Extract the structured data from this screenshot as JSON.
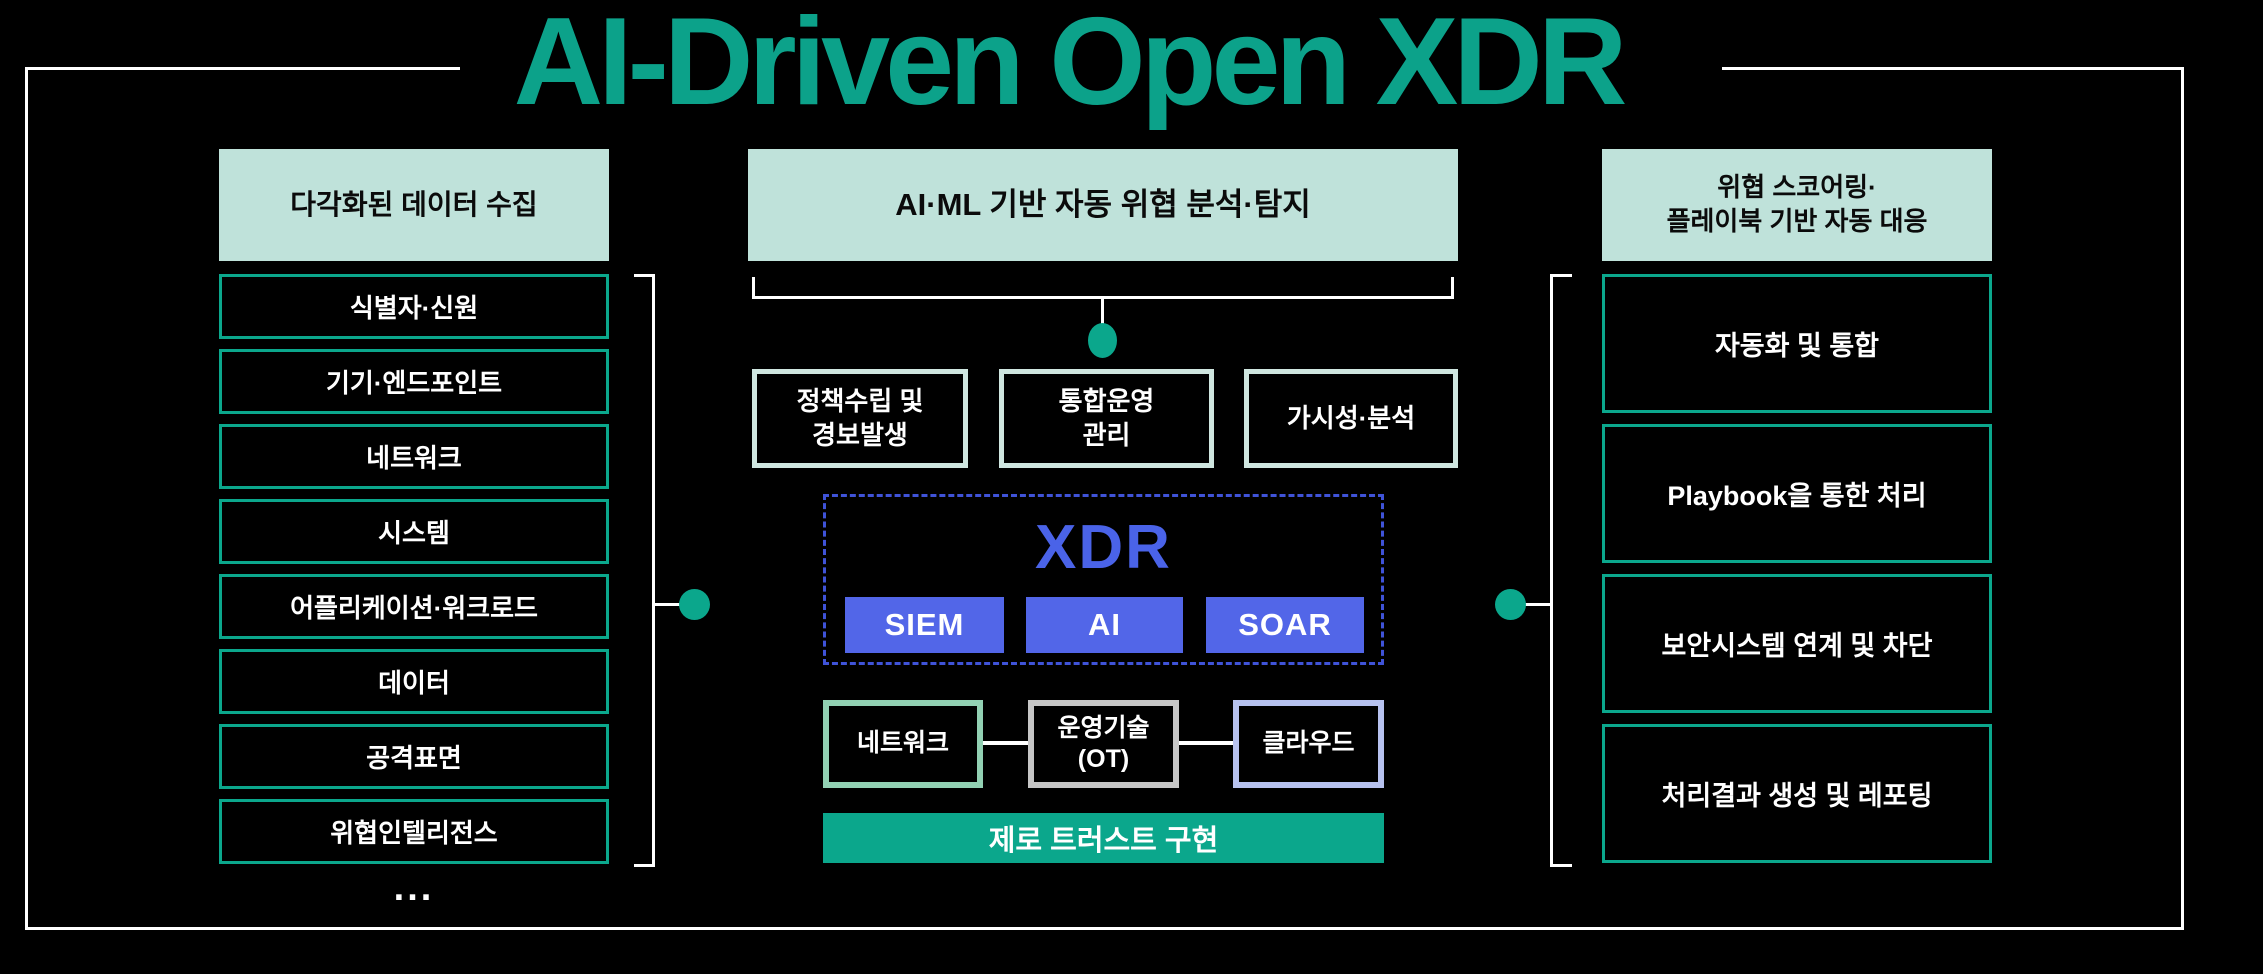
{
  "title": "AI-Driven Open XDR",
  "left_panel": {
    "header": "다각화된 데이터 수집",
    "items": [
      "식별자·신원",
      "기기·엔드포인트",
      "네트워크",
      "시스템",
      "어플리케이션·워크로드",
      "데이터",
      "공격표면",
      "위협인텔리전스"
    ],
    "ellipsis": "..."
  },
  "center_panel": {
    "header": "AI·ML 기반 자동 위협 분석·탐지",
    "function_boxes": [
      "정책수립 및\n경보발생",
      "통합운영\n관리",
      "가시성·분석"
    ],
    "xdr": {
      "label": "XDR",
      "components": [
        "SIEM",
        "AI",
        "SOAR"
      ]
    },
    "infrastructure": [
      "네트워크",
      "운영기술\n(OT)",
      "클라우드"
    ],
    "zero_trust": "제로 트러스트 구현"
  },
  "right_panel": {
    "header": "위협 스코어링·\n플레이북 기반 자동 대응",
    "items": [
      "자동화 및 통합",
      "Playbook을 통한 처리",
      "보안시스템 연계 및 차단",
      "처리결과 생성 및 레포팅"
    ]
  },
  "colors": {
    "title-teal": "#0ca28a",
    "teal": "#0ba78c",
    "mint": "#bfe2da",
    "mint-border": "#cfe6e0",
    "blue-fill": "#5266e8",
    "blue-text": "#4a63e8",
    "blue-dash": "#3f53d8",
    "green-border": "#92d1b3",
    "gray-border": "#c6c6c6",
    "lavender-border": "#b7c2ef"
  }
}
